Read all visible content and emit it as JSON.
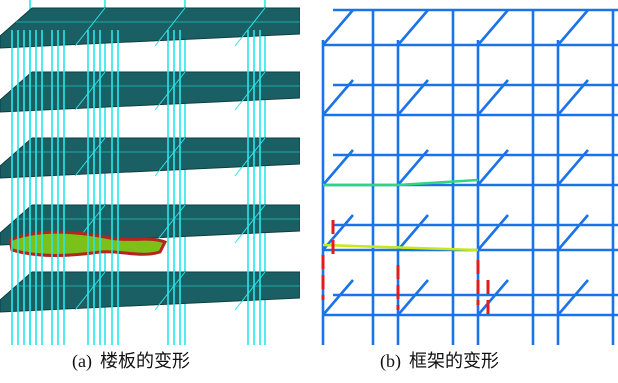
{
  "figure": {
    "panel_a": {
      "tag": "(a)",
      "caption": "楼板的变形",
      "colors": {
        "slab": "#1a5f63",
        "slab_edge": "#0f3d40",
        "column": "#27e8ea",
        "deformed_slab_top": "#7cc11a",
        "deformed_slab_bottom": "#b3261f"
      }
    },
    "panel_b": {
      "tag": "(b)",
      "caption": "框架的变形",
      "colors": {
        "frame": "#1a73e8",
        "frame_strain_low": "#2fd67f",
        "frame_strain_mid": "#c7e81a",
        "frame_strain_high": "#e21b1b"
      }
    }
  }
}
